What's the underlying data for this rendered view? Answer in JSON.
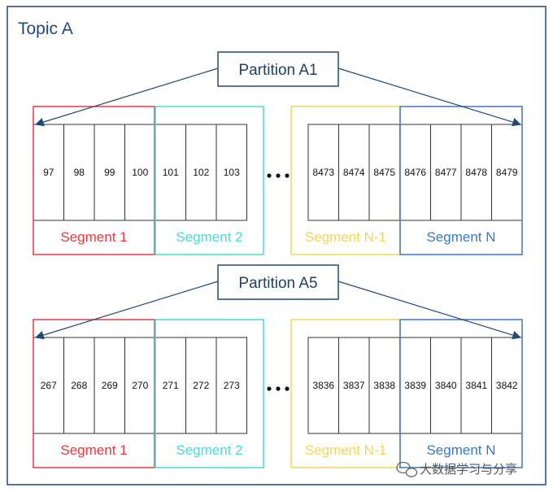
{
  "topic": {
    "label": "Topic A"
  },
  "colors": {
    "topic_border": "#1f4a78",
    "arrow": "#1f4a78",
    "cell_border": "#333333",
    "segment_1": "#e8393f",
    "segment_2": "#4fd6d6",
    "segment_n_1": "#f5d45a",
    "segment_n": "#3b79c0"
  },
  "partitions": [
    {
      "label": "Partition A1",
      "segments": [
        {
          "label": "Segment 1",
          "color": "#e8393f",
          "offsets": [
            "97",
            "98",
            "99",
            "100"
          ]
        },
        {
          "label": "Segment 2",
          "color": "#4fd6d6",
          "offsets": [
            "101",
            "102",
            "103"
          ]
        },
        {
          "label": "Segment N-1",
          "color": "#f5d45a",
          "offsets": [
            "8473",
            "8474",
            "8475"
          ]
        },
        {
          "label": "Segment N",
          "color": "#3b79c0",
          "offsets": [
            "8476",
            "8477",
            "8478",
            "8479"
          ]
        }
      ]
    },
    {
      "label": "Partition A5",
      "segments": [
        {
          "label": "Segment 1",
          "color": "#e8393f",
          "offsets": [
            "267",
            "268",
            "269",
            "270"
          ]
        },
        {
          "label": "Segment 2",
          "color": "#4fd6d6",
          "offsets": [
            "271",
            "272",
            "273"
          ]
        },
        {
          "label": "Segment N-1",
          "color": "#f5d45a",
          "offsets": [
            "3836",
            "3837",
            "3838"
          ]
        },
        {
          "label": "Segment N",
          "color": "#3b79c0",
          "offsets": [
            "3839",
            "3840",
            "3841",
            "3842"
          ]
        }
      ]
    }
  ],
  "watermark": {
    "icon": "wechat-icon",
    "text": "大数据学习与分享"
  }
}
